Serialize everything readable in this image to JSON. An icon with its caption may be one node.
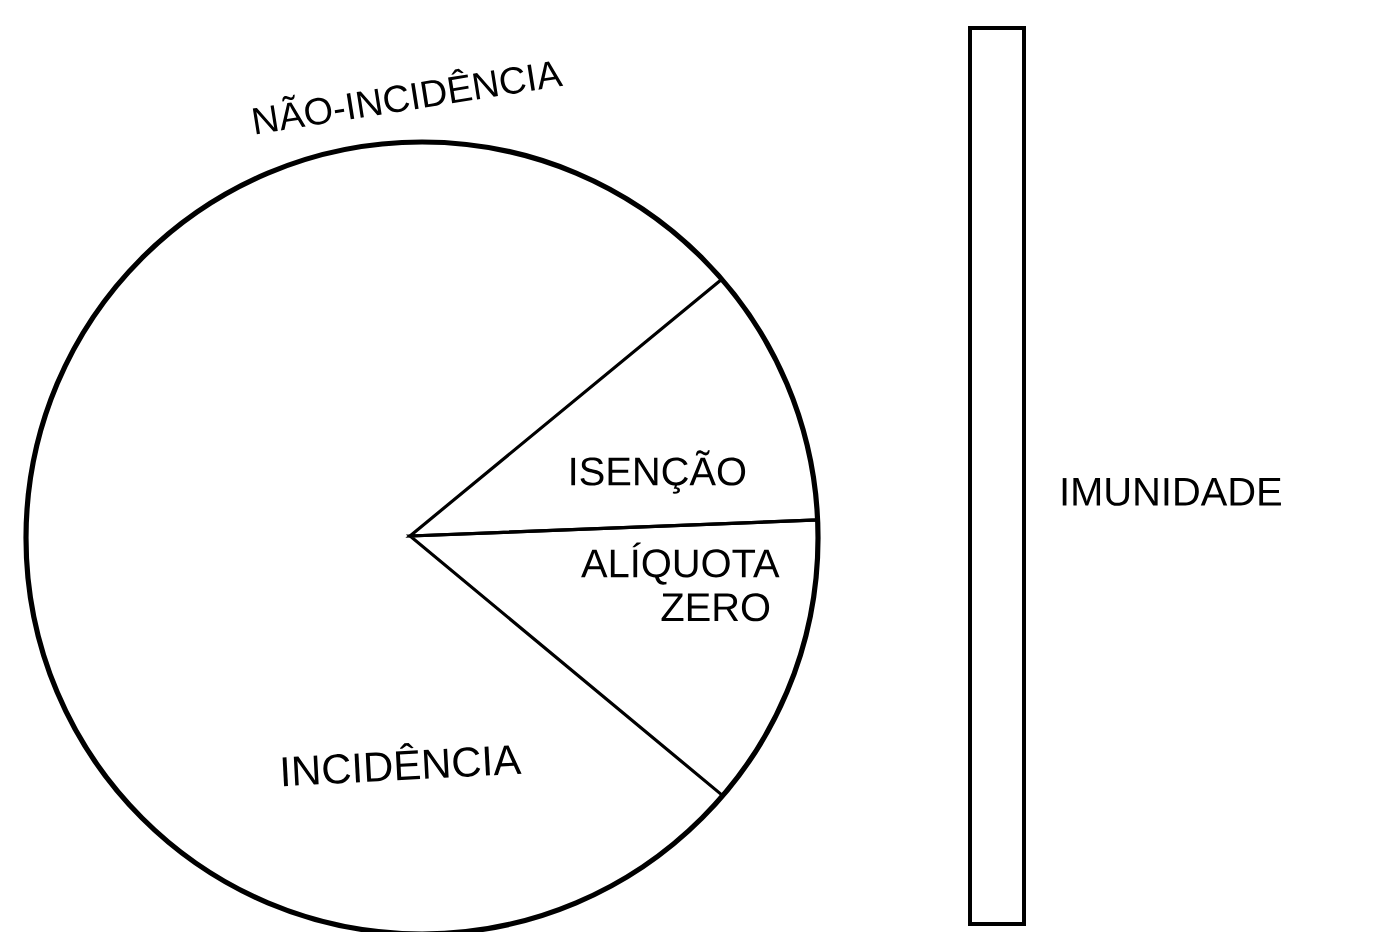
{
  "diagram": {
    "nodes": [
      {
        "text": [
          "INCIDÊNCIA"
        ]
      },
      {
        "text": [
          "ISENÇÃO"
        ],
        "in": 0
      },
      {
        "text": [
          "ALÍQUOTA ZERO"
        ],
        "in": 0
      },
      {
        "text": [],
        "shape": "bar",
        "beside": [
          "IMUNIDADE"
        ]
      }
    ],
    "labels": [
      "NÃO-INCIDÊNCIA"
    ]
  }
}
